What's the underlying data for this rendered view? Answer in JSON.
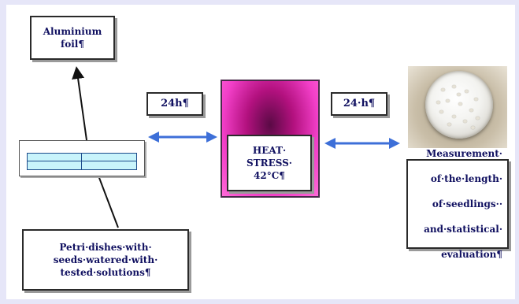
{
  "diagram": {
    "foil_label": "Aluminium\nfoil¶",
    "duration_left": "24h¶",
    "duration_right": "24·h¶",
    "heat_label": "HEAT·\nSTRESS·\n42°C¶",
    "petri_label": "Petri·dishes·with·\nseeds·watered·with·\ntested·solutions¶",
    "measure_lines": [
      "Measurement·",
      "of·the·length·",
      "of·seedlings··",
      "and·statistical·",
      "evaluation¶"
    ],
    "colors": {
      "background": "#e6e6f8",
      "heat_block": "#f23fc8",
      "arrow": "#3d6fd8",
      "petri_fill": "#c8f4fb",
      "text": "#101060"
    },
    "icons": [
      "petri-dish-photo",
      "double-arrow",
      "pointer-arrow"
    ]
  }
}
